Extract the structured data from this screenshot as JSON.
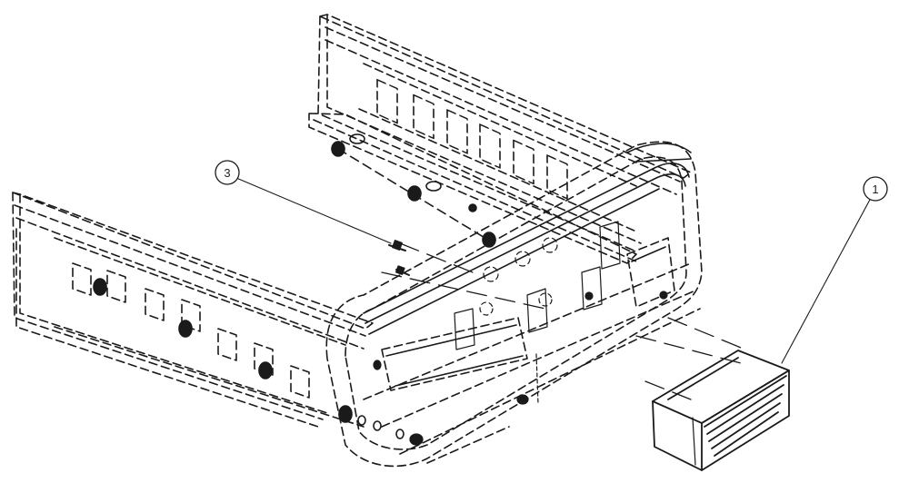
{
  "callouts": [
    {
      "id": "callout-1",
      "label": "1"
    },
    {
      "id": "callout-3",
      "label": "3"
    }
  ],
  "colors": {
    "line": "#1a1a1a",
    "background": "#ffffff"
  }
}
